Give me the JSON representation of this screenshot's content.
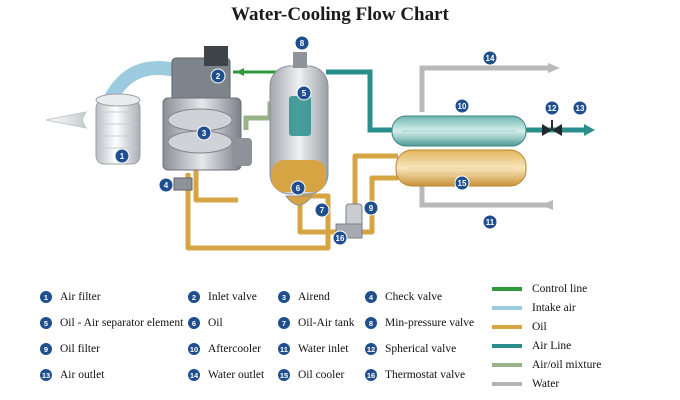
{
  "title": "Water-Cooling Flow Chart",
  "legend": [
    {
      "num": "1",
      "label": "Air filter"
    },
    {
      "num": "2",
      "label": "Inlet valve"
    },
    {
      "num": "3",
      "label": "Airend"
    },
    {
      "num": "4",
      "label": "Check valve"
    },
    {
      "num": "5",
      "label": "Oil - Air separator element"
    },
    {
      "num": "6",
      "label": "Oil"
    },
    {
      "num": "7",
      "label": "Oil-Air tank"
    },
    {
      "num": "8",
      "label": "Min-pressure valve"
    },
    {
      "num": "9",
      "label": "Oil filter"
    },
    {
      "num": "10",
      "label": "Aftercooler"
    },
    {
      "num": "11",
      "label": "Water inlet"
    },
    {
      "num": "12",
      "label": "Spherical valve"
    },
    {
      "num": "13",
      "label": "Air outlet"
    },
    {
      "num": "14",
      "label": "Water outlet"
    },
    {
      "num": "15",
      "label": "Oil cooler"
    },
    {
      "num": "16",
      "label": "Thermostat valve"
    }
  ],
  "line_legend": [
    {
      "label": "Control line",
      "color": "#2e9a3c"
    },
    {
      "label": "Intake air",
      "color": "#9ccbe0"
    },
    {
      "label": "Oil",
      "color": "#d7a444"
    },
    {
      "label": "Air Line",
      "color": "#2a8f8c"
    },
    {
      "label": "Air/oil mixture",
      "color": "#99b28a"
    },
    {
      "label": "Water",
      "color": "#b5b5b5"
    }
  ],
  "callouts": [
    "1",
    "2",
    "3",
    "4",
    "5",
    "6",
    "7",
    "8",
    "9",
    "10",
    "11",
    "12",
    "13",
    "14",
    "15",
    "16"
  ],
  "colors": {
    "badge": "#1f4f8f",
    "oil": "#d7a444",
    "air_line": "#2a8f8c",
    "intake_air": "#9ccbe0",
    "water": "#b5b5b5",
    "control_line": "#2e9a3c",
    "mixture": "#99b28a"
  }
}
